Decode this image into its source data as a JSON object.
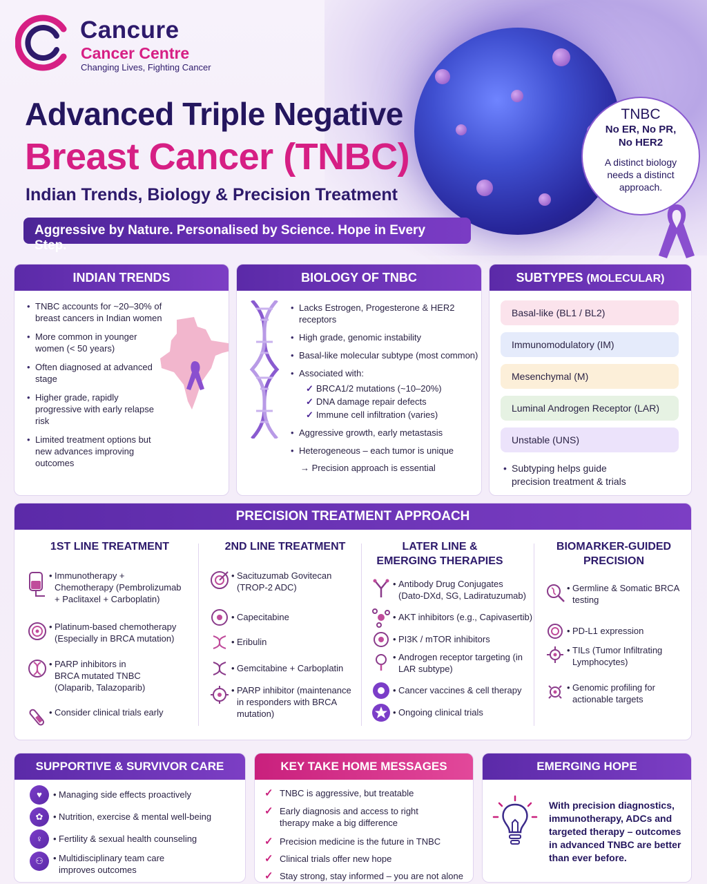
{
  "brand": {
    "name": "Cancure",
    "subname": "Cancer Centre",
    "tagline": "Changing Lives, Fighting Cancer"
  },
  "header": {
    "title_line1": "Advanced Triple Negative",
    "title_line2": "Breast Cancer (TNBC)",
    "subtitle": "Indian Trends, Biology & Precision Treatment",
    "banner": "Aggressive by Nature. Personalised by Science. Hope in Every Step."
  },
  "tnbc_bubble": {
    "heading": "TNBC",
    "markers": [
      "No ER, No PR,",
      "No HER2"
    ],
    "desc": [
      "A distinct biology",
      "needs a distinct",
      "approach."
    ]
  },
  "indian_trends": {
    "title": "INDIAN TRENDS",
    "items": [
      "TNBC accounts for ~20–30% of breast cancers in Indian women",
      "More common in younger women (< 50 years)",
      "Often diagnosed at advanced stage",
      "Higher grade, rapidly progressive with early relapse risk",
      "Limited treatment options but new advances improving outcomes"
    ]
  },
  "biology": {
    "title": "BIOLOGY OF TNBC",
    "items": [
      "Lacks Estrogen, Progesterone & HER2 receptors",
      "High grade, genomic instability",
      "Basal-like molecular subtype (most common)",
      "Associated with:"
    ],
    "associated": [
      "BRCA1/2 mutations (~10–20%)",
      "DNA damage repair defects",
      "Immune cell infiltration (varies)"
    ],
    "items2": [
      "Aggressive growth, early metastasis",
      "Heterogeneous – each tumor is unique"
    ],
    "conclusion": "→ Precision approach is essential"
  },
  "subtypes": {
    "title_main": "SUBTYPES",
    "title_paren": "(MOLECULAR)",
    "items": [
      {
        "label": "Basal-like (BL1 / BL2)",
        "color": "#fbe3ec"
      },
      {
        "label": "Immunomodulatory (IM)",
        "color": "#e5ebfb"
      },
      {
        "label": "Mesenchymal (M)",
        "color": "#fcefd9"
      },
      {
        "label": "Luminal Androgen Receptor (LAR)",
        "color": "#e6f2e3"
      },
      {
        "label": "Unstable (UNS)",
        "color": "#ece3fb"
      }
    ],
    "note": "Subtyping helps guide precision treatment & trials"
  },
  "precision": {
    "title": "PRECISION TREATMENT APPROACH",
    "columns": [
      {
        "title": "1ST LINE TREATMENT",
        "items": [
          {
            "icon": "iv-bag-icon",
            "text": "Immunotherapy + Chemotherapy (Pembrolizumab + Paclitaxel + Carboplatin)"
          },
          {
            "icon": "target-icon",
            "text": "Platinum-based chemotherapy (Especially in BRCA mutation)"
          },
          {
            "icon": "dna-target-icon",
            "text": "PARP inhibitors in BRCA mutated TNBC (Olaparib, Talazoparib)"
          },
          {
            "icon": "test-tube-icon",
            "text": "Consider clinical trials early"
          }
        ]
      },
      {
        "title": "2ND LINE TREATMENT",
        "items": [
          {
            "icon": "target-arrow-icon",
            "text": "Sacituzumab Govitecan (TROP-2 ADC)"
          },
          {
            "icon": "pill-icon",
            "text": "Capecitabine"
          },
          {
            "icon": "dna-icon",
            "text": "Eribulin"
          },
          {
            "icon": "dna-icon",
            "text": "Gemcitabine + Carboplatin"
          },
          {
            "icon": "cell-icon",
            "text": "PARP inhibitor (maintenance in responders with BRCA mutation)"
          }
        ]
      },
      {
        "title": "LATER LINE & EMERGING THERAPIES",
        "items": [
          {
            "icon": "antibody-icon",
            "text": "Antibody Drug Conjugates (Dato-DXd, SG, Ladiratuzumab)"
          },
          {
            "icon": "molecule-icon",
            "text": "AKT inhibitors (e.g., Capivasertib)"
          },
          {
            "icon": "molecule-icon",
            "text": "PI3K / mTOR inhibitors"
          },
          {
            "icon": "receptor-icon",
            "text": "Androgen receptor targeting (in LAR subtype)"
          },
          {
            "icon": "vaccine-icon",
            "text": "Cancer vaccines & cell therapy"
          },
          {
            "icon": "star-icon",
            "text": "Ongoing clinical trials"
          }
        ]
      },
      {
        "title": "BIOMARKER-GUIDED PRECISION",
        "items": [
          {
            "icon": "dna-search-icon",
            "text": "Germline & Somatic BRCA testing"
          },
          {
            "icon": "target-icon",
            "text": "PD-L1 expression"
          },
          {
            "icon": "cell-icon",
            "text": "TILs (Tumor Infiltrating Lymphocytes)"
          },
          {
            "icon": "cell-icon",
            "text": "Genomic profiling for actionable targets"
          }
        ]
      }
    ]
  },
  "supportive": {
    "title": "SUPPORTIVE & SURVIVOR CARE",
    "items": [
      {
        "icon": "hand-heart-icon",
        "text": "Managing side effects proactively"
      },
      {
        "icon": "nutrition-icon",
        "text": "Nutrition, exercise & mental well-being"
      },
      {
        "icon": "ribbon-icon",
        "text": "Fertility & sexual health counseling"
      },
      {
        "icon": "team-icon",
        "text": "Multidisciplinary team care improves outcomes"
      }
    ]
  },
  "takehome": {
    "title": "KEY TAKE HOME MESSAGES",
    "items": [
      "TNBC is aggressive, but treatable",
      "Early diagnosis and access to right therapy make a big difference",
      "Precision medicine is the future in TNBC",
      "Clinical trials offer new hope",
      "Stay strong, stay informed – you are not alone"
    ]
  },
  "hope": {
    "title": "EMERGING HOPE",
    "text": "With precision diagnostics, immunotherapy, ADCs and targeted therapy – outcomes in advanced TNBC are better than ever before."
  },
  "colors": {
    "brand_navy": "#24165e",
    "brand_pink": "#d61f84",
    "accent_purple": "#5b2aa8"
  }
}
